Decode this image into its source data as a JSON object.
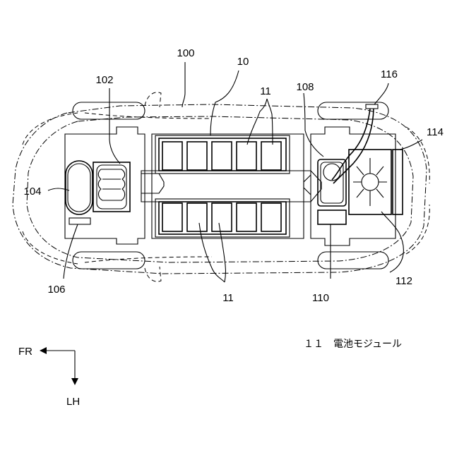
{
  "labels": {
    "l100": "100",
    "l10": "10",
    "l102": "102",
    "l11_top": "11",
    "l108": "108",
    "l116": "116",
    "l114": "114",
    "l104": "104",
    "l106": "106",
    "l11_bottom": "11",
    "l110": "110",
    "l112": "112"
  },
  "legend": {
    "text": "１１　電池モジュール"
  },
  "orientation": {
    "forward": "FR",
    "left": "LH"
  }
}
